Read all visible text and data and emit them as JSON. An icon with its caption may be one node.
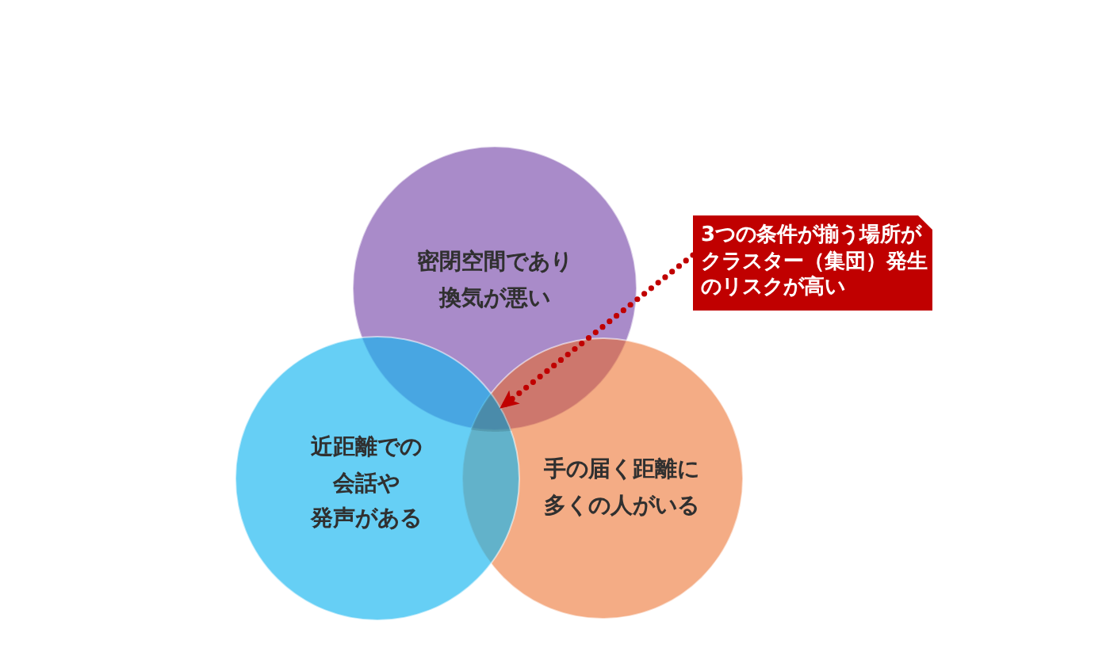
{
  "diagram": {
    "nodes": [
      {
        "text": [
          "密閉空間であり換気が悪い"
        ]
      },
      {
        "text": [
          "近距離での会話や発声がある"
        ]
      },
      {
        "text": [
          "手の届く距離に多くの人がいる"
        ]
      },
      {
        "text": [
          "3つの条件が揃う場所がクラスター（集団）発生のリスクが高い"
        ]
      },
      {
        "text": [],
        "shape": "triangle"
      }
    ],
    "edges": [
      {
        "from": 3,
        "to": 4,
        "arrow": "to",
        "style": "dashed"
      }
    ]
  }
}
